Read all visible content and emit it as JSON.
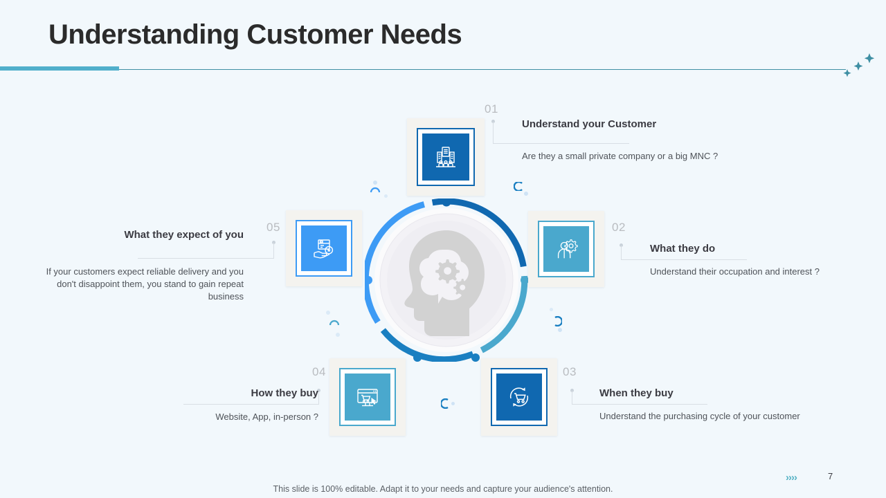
{
  "slide": {
    "title": "Understanding Customer Needs",
    "page_number": "7",
    "footer_note": "This slide is 100% editable. Adapt it to your needs and capture your audience's attention.",
    "chevrons": "››››"
  },
  "colors": {
    "background": "#f2f8fc",
    "title_text": "#2b2b2b",
    "rule_thick": "#51afcb",
    "rule_thin": "#3f8fa3",
    "number_text": "#b9bcc0",
    "accent_dark_blue": "#1068b0",
    "accent_mid_blue": "#1a7fc1",
    "accent_light_blue": "#4aa8cd",
    "accent_bright_blue": "#3d9bf5",
    "accent_teal": "#55b2c4",
    "card_bg": "#f4f3ef",
    "head_silhouette": "#d2d2d2"
  },
  "items": [
    {
      "number": "01",
      "title": "Understand your Customer",
      "body": "Are they a small private company or a big MNC ?",
      "icon": "office-building-icon",
      "icon_color": "#1068b0"
    },
    {
      "number": "02",
      "title": "What they do",
      "body": "Understand their occupation and interest ?",
      "icon": "person-gear-icon",
      "icon_color": "#4aa8cd"
    },
    {
      "number": "03",
      "title": "When they buy",
      "body": "Understand the purchasing cycle of your customer",
      "icon": "cart-cycle-icon",
      "icon_color": "#1068b0"
    },
    {
      "number": "04",
      "title": "How they buy",
      "body": "Website, App, in-person ?",
      "icon": "monitor-cart-icon",
      "icon_color": "#4aa8cd"
    },
    {
      "number": "05",
      "title": "What they expect of you",
      "body": "If your customers expect reliable delivery and you don't disappoint them, you stand to gain repeat business",
      "icon": "hand-package-icon",
      "icon_color": "#3d9bf5"
    }
  ],
  "center": {
    "icon": "head-brain-gears-icon"
  }
}
